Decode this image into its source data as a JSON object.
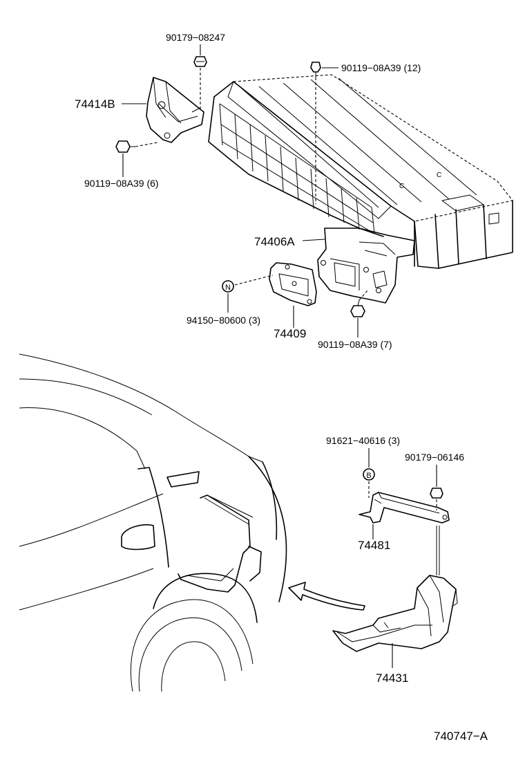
{
  "diagram": {
    "callouts": {
      "bolt_top_right": "90119−08A39 (12)",
      "nut_top": "90179−08247",
      "bracket_left": "74414B",
      "bolt_left": "90119−08A39 (6)",
      "bracket_center": "74406A",
      "clip_n": "94150−80600 (3)",
      "part_74409": "74409",
      "bolt_bottom_center": "90119−08A39 (7)",
      "screw_b": "91621−40616 (3)",
      "nut_right": "90179−06146",
      "strap": "74481",
      "tray": "74431",
      "diagram_id": "740747−A"
    },
    "symbols": {
      "clip_letter": "N",
      "screw_letter": "B"
    }
  }
}
